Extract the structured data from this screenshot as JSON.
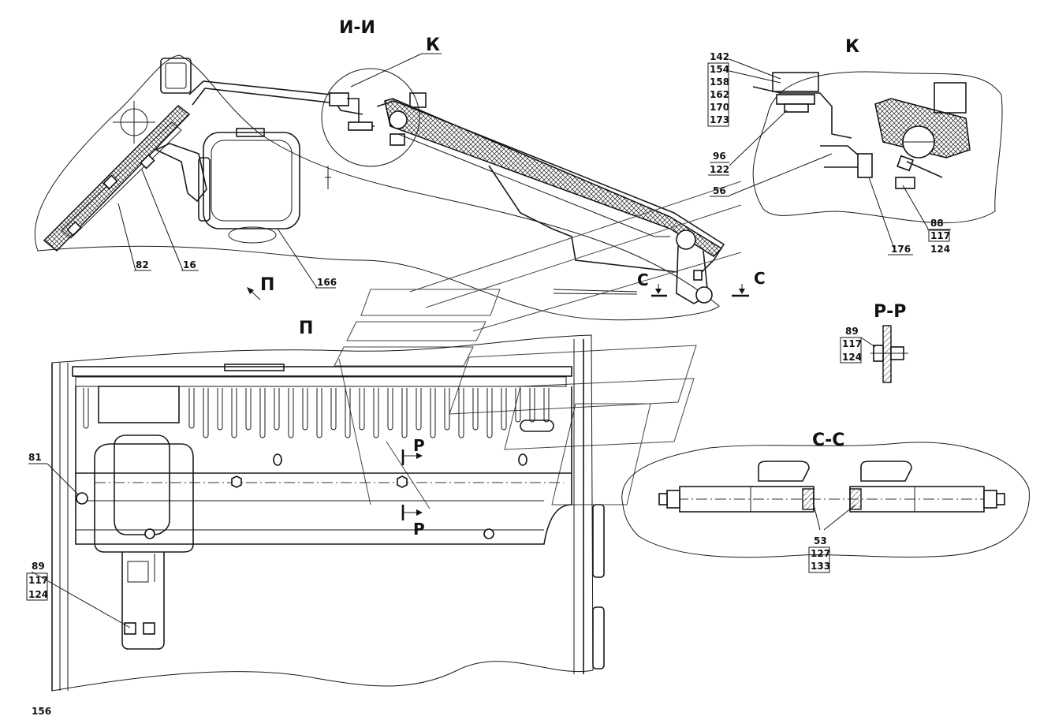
{
  "views": {
    "section_ii": "И-И",
    "detail_k_callout": "К",
    "detail_k": "К",
    "view_p_arrow": "П",
    "view_p": "П",
    "section_cc_marker_left": "С",
    "section_cc_marker_right": "С",
    "section_pp": "Р-Р",
    "section_pp_marker_top": "Р",
    "section_pp_marker_bottom": "Р",
    "section_cc": "С-С"
  },
  "callouts": {
    "c82": "82",
    "c16": "16",
    "c166": "166",
    "k_stack": [
      "142",
      "154",
      "158",
      "162",
      "170",
      "173"
    ],
    "k_96_122": [
      "96",
      "122"
    ],
    "k_56": "56",
    "k_88_117_124": [
      "88",
      "117",
      "124"
    ],
    "k_176": "176",
    "pp_89_117_124": [
      "89",
      "117",
      "124"
    ],
    "c81": "81",
    "p_89_117_124": [
      "89",
      "117",
      "124"
    ],
    "cc_53_127_133": [
      "53",
      "127",
      "133"
    ]
  },
  "footer": {
    "page_number": "156"
  }
}
